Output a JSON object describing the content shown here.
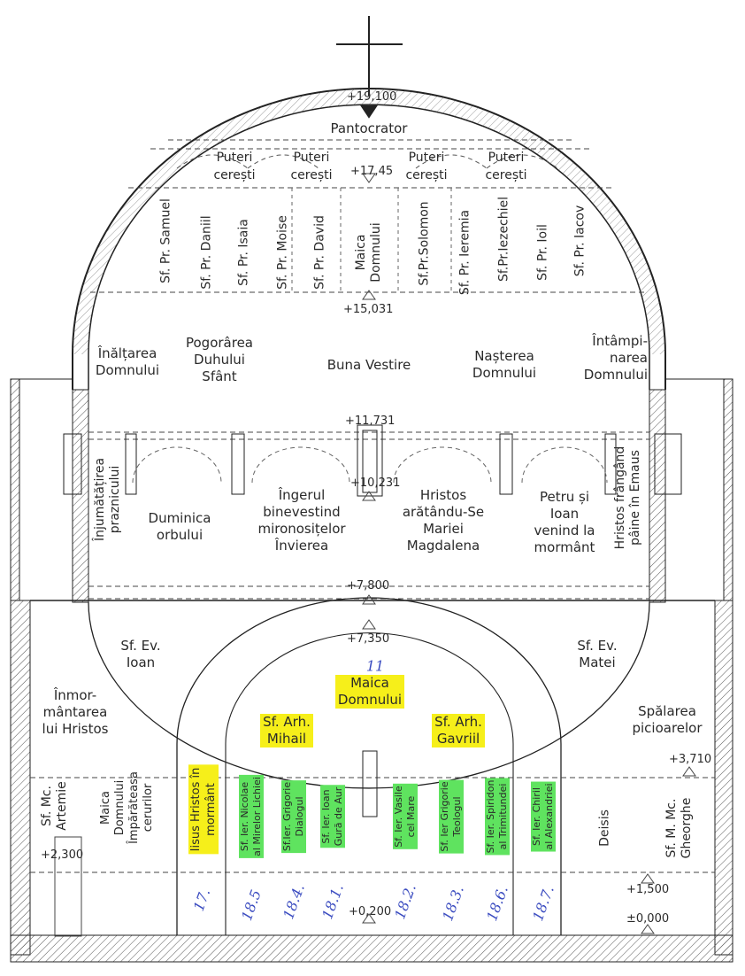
{
  "elevations": {
    "top": "+19,100",
    "e1745": "+17,45",
    "e15031": "+15,031",
    "e11731": "+11,731",
    "e10231": "+10,231",
    "e7800": "+7,800",
    "e7350": "+7,350",
    "e3710": "+3,710",
    "e2300": "+2,300",
    "e1500": "+1,500",
    "e0200": "+0,200",
    "e0000": "±0,000"
  },
  "dome": {
    "pantocrator": "Pantocrator",
    "puteri": [
      "Puteri\ncerești",
      "Puteri\ncerești",
      "Puteri\ncerești",
      "Puteri\ncerești"
    ],
    "prophets": [
      "Sf. Pr. Samuel",
      "Sf. Pr. Daniil",
      "Sf. Pr. Isaia",
      "Sf. Pr. Moise",
      "Sf. Pr. David",
      "Sf.Pr.Solomon",
      "Sf. Pr. Ieremia",
      "Sf.Pr.Iezechiel",
      "Sf. Pr. Ioil",
      "Sf. Pr. Iacov"
    ],
    "maica": "Maica\nDomnului"
  },
  "feasts": {
    "inaltarea": "Înălțarea\nDomnului",
    "pogorarea": "Pogorârea\nDuhului\nSfânt",
    "buna_vestire": "Buna Vestire",
    "nasterea": "Nașterea\nDomnului",
    "intampinarea": "Întâmpi-\nnarea\nDomnului"
  },
  "register2": {
    "injumatatirea": "Înjumătățirea\npraznicului",
    "duminica": "Duminica\norbului",
    "ingerul": "Îngerul\nbinevestind\nmironosițelor\nÎnvierea",
    "hristos": "Hristos\narătându-Se\nMariei\nMagdalena",
    "petru": "Petru și\nIoan\nvenind la\nmormânt",
    "emaus": "Hristos frângând\npâine în Emaus"
  },
  "apse": {
    "ev_ioan": "Sf. Ev.\nIoan",
    "ev_matei": "Sf. Ev.\nMatei",
    "inmormantarea": "Înmor-\nmântarea\nlui Hristos",
    "spalarea": "Spălarea\npicioarelor",
    "maica": "Maica\nDomnului",
    "mihail": "Sf. Arh.\nMihail",
    "gavriil": "Sf. Arh.\nGavriil",
    "hand_11": "11"
  },
  "lower": {
    "artemie": "Sf. Mc.\nArtemie",
    "imparateasa": "Maica\nDomnului\nÎmpărăteasa\ncerurilor",
    "iisus": "Iisus Hristos în\nmormânt",
    "nicolae": "Sf. Ier. Nicolae\nal Mirelor Lichiei",
    "grigorie_dialogul": "Sf.Ier. Grigorie\nDialogul",
    "ioan": "Sf. Ier. Ioan\nGură de Aur",
    "vasile": "Sf. Ier. Vasile\ncel Mare",
    "grigorie_teologul": "Sf. Ier Grigorie\nTeologul",
    "spiridon": "Sf. Ier. Spiridon\nal Trimitundei",
    "chiril": "Sf. Ier. Chiril\nal Alexandriei",
    "deisis": "Deisis",
    "gheorghe": "Sf. M. Mc.\nGheorghe"
  },
  "handwritten": [
    "17.",
    "18.5",
    "18.4.",
    "18.1.",
    "18.2.",
    "18.3.",
    "18.6.",
    "18.7."
  ],
  "colors": {
    "highlight_yellow": "#f6ef1a",
    "highlight_green": "#5fe35f",
    "ink_blue": "#3b4cc0"
  }
}
